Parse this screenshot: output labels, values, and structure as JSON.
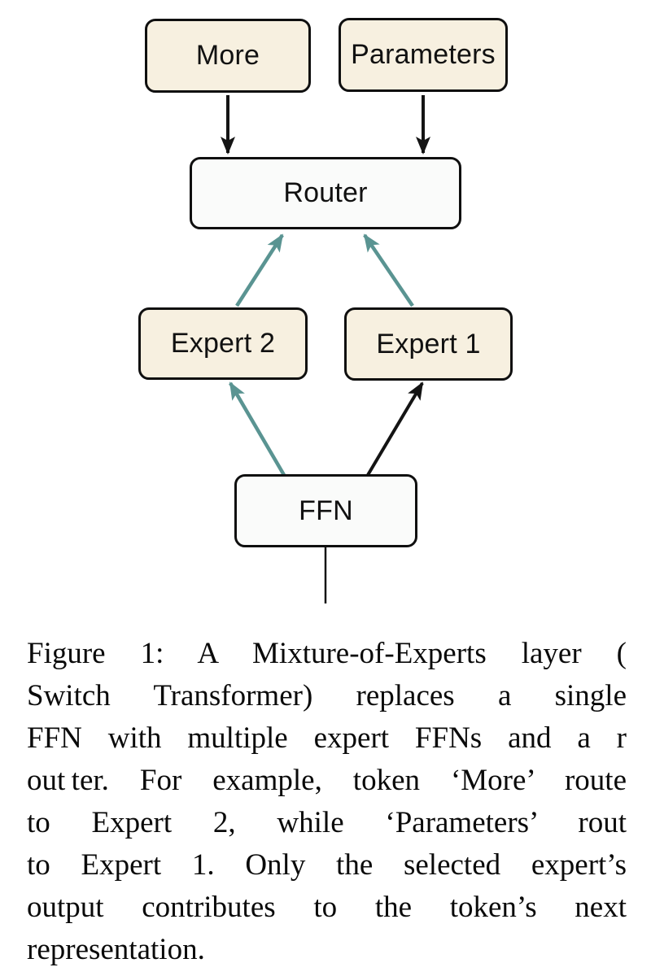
{
  "figure": {
    "title": "Mixture-of-Experts layer diagram",
    "nodes": {
      "more": {
        "label": "More",
        "type": "token"
      },
      "parameters": {
        "label": "Parameters",
        "type": "token"
      },
      "router": {
        "label": "Router",
        "type": "module"
      },
      "expert2": {
        "label": "Expert 2",
        "type": "expert"
      },
      "expert1": {
        "label": "Expert 1",
        "type": "expert"
      },
      "ffn": {
        "label": "FFN",
        "type": "module"
      }
    },
    "edges": [
      {
        "from": "more",
        "to": "router",
        "color": "black",
        "arrowhead": true
      },
      {
        "from": "parameters",
        "to": "router",
        "color": "black",
        "arrowhead": true
      },
      {
        "from": "expert2",
        "to": "router",
        "color": "teal",
        "arrowhead": true
      },
      {
        "from": "expert1",
        "to": "router",
        "color": "teal",
        "arrowhead": true
      },
      {
        "from": "ffn",
        "to": "expert2",
        "color": "teal",
        "arrowhead": true
      },
      {
        "from": "ffn",
        "to": "expert1",
        "color": "black",
        "arrowhead": true
      },
      {
        "from": "ffn",
        "to": "output",
        "color": "black",
        "arrowhead": false
      }
    ],
    "colors": {
      "token_fill": "#f7f0e0",
      "module_fill": "#fafbfa",
      "border": "#0f0f0f",
      "teal_arrow": "#5a9492",
      "black_arrow": "#141414"
    }
  },
  "caption": {
    "lines": [
      "Figure 1: A Mixture-of-Experts layer (",
      "Switch Transformer) replaces a single",
      "FFN with multiple expert FFNs and a r",
      "out ter. For example, token ‘More’ route",
      "to Expert 2, while ‘Parameters’ rout",
      "to Expert 1. Only the selected expert’s",
      "output contributes to the token’s next",
      "representation."
    ]
  }
}
